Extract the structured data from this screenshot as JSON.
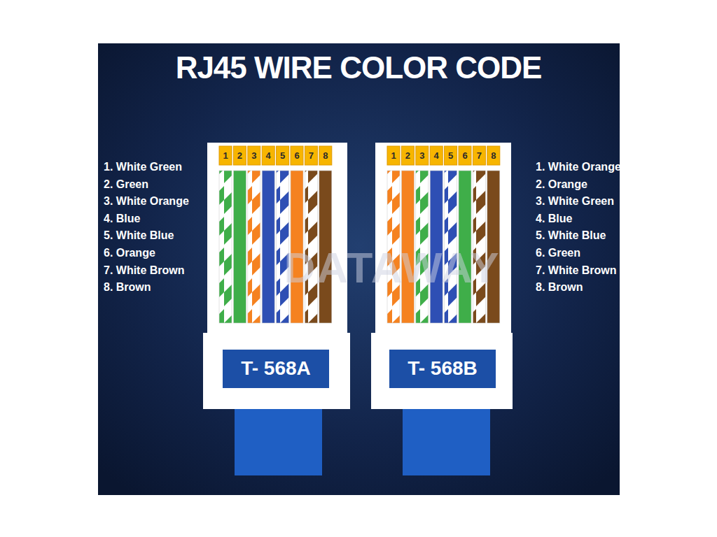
{
  "diagram": {
    "title": "RJ45 WIRE COLOR CODE",
    "nodes": [
      {
        "text": [
          "T- 568A"
        ]
      },
      {
        "text": [
          "T- 568B"
        ]
      }
    ],
    "labels": [
      "1. White Green",
      "2. Green",
      "3. White Orange",
      "4. Blue",
      "5. White Blue",
      "6. Orange",
      "7. White Brown",
      "8. Brown",
      "1",
      "2",
      "3",
      "4",
      "5",
      "6",
      "7",
      "8",
      "1",
      "2",
      "3",
      "4",
      "5",
      "6",
      "7",
      "8",
      "1. White Orange",
      "2. Orange",
      "3. White Green",
      "4. Blue",
      "5. White Blue",
      "6. Green",
      "7. White Brown",
      "8. Brown",
      "DATAWAY"
    ]
  }
}
